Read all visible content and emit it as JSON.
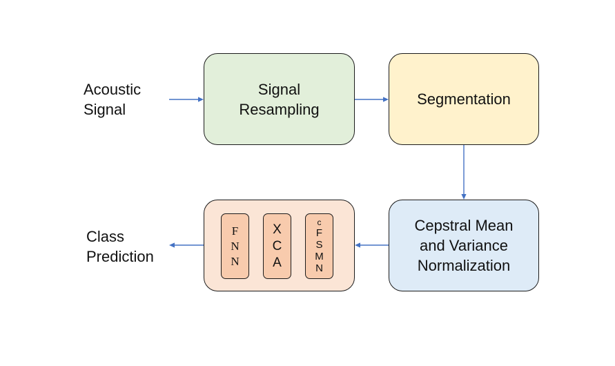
{
  "input_label": {
    "lines": [
      "Acoustic",
      "Signal"
    ]
  },
  "output_label": {
    "lines": [
      "Class",
      "Prediction"
    ]
  },
  "nodes": {
    "resampling": {
      "lines": [
        "Signal",
        "Resampling"
      ],
      "fill": "#e2efda"
    },
    "segmentation": {
      "lines": [
        "Segmentation"
      ],
      "fill": "#fff2cc"
    },
    "cmvn": {
      "lines": [
        "Cepstral Mean",
        "and Variance",
        "Normalization"
      ],
      "fill": "#deebf7"
    },
    "classifier": {
      "fill": "#fbe5d6",
      "model_fill": "#f8cbad",
      "models": [
        {
          "letters": [
            "F",
            "N",
            "N"
          ]
        },
        {
          "letters": [
            "X",
            "C",
            "A"
          ]
        },
        {
          "letters": [
            "c",
            "F",
            "S",
            "M",
            "N"
          ]
        }
      ]
    }
  },
  "edge_color": "#4472c4"
}
